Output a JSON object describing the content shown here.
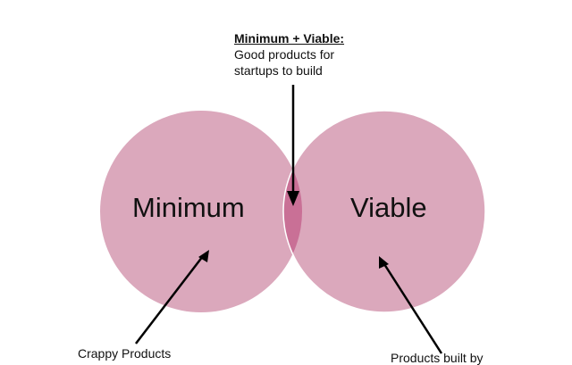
{
  "callout": {
    "heading": "Minimum + Viable:",
    "line1": "Good products for",
    "line2": "startups to build"
  },
  "circles": {
    "left_label": "Minimum",
    "right_label": "Viable"
  },
  "bottom_labels": {
    "left": "Crappy Products",
    "right": "Products built by"
  },
  "colors": {
    "circle_fill": "#dba8bc",
    "overlap_fill": "#c97096",
    "circle_stroke": "#ffffff",
    "arrow": "#000000"
  }
}
